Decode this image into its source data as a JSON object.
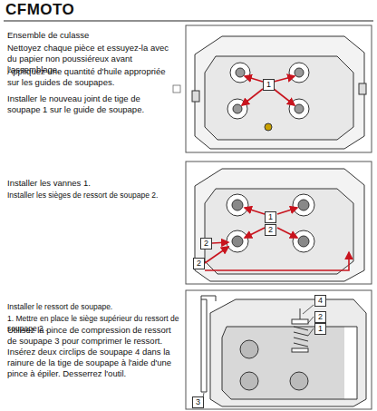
{
  "diagram": {
    "title": "CFMOTO",
    "labels": [
      "Ensemble de culasse",
      "Nettoyez chaque pièce et essuyez-la avec du papier non poussiéreux avant l'assemblage.",
      "Appliquez une quantité d'huile appropriée sur les guides de soupapes.",
      "Installer le nouveau joint de tige de soupape 1 sur le guide de soupape.",
      "Installer les vannes 1.",
      "Installer les sièges de ressort de soupape 2.",
      "Installer le ressort de soupape.",
      "1. Mettre en place le siège supérieur du ressort de soupape 2 .",
      "Utilisez la pince de compression de ressort de soupape 3 pour comprimer le ressort. Insérez deux circlips de soupape 4 dans la rainure de la tige de soupape à l'aide d'une pince à épiler. Desserrez l'outil.",
      "1",
      "1",
      "2",
      "2",
      "2",
      "4",
      "2",
      "1",
      "3"
    ]
  }
}
